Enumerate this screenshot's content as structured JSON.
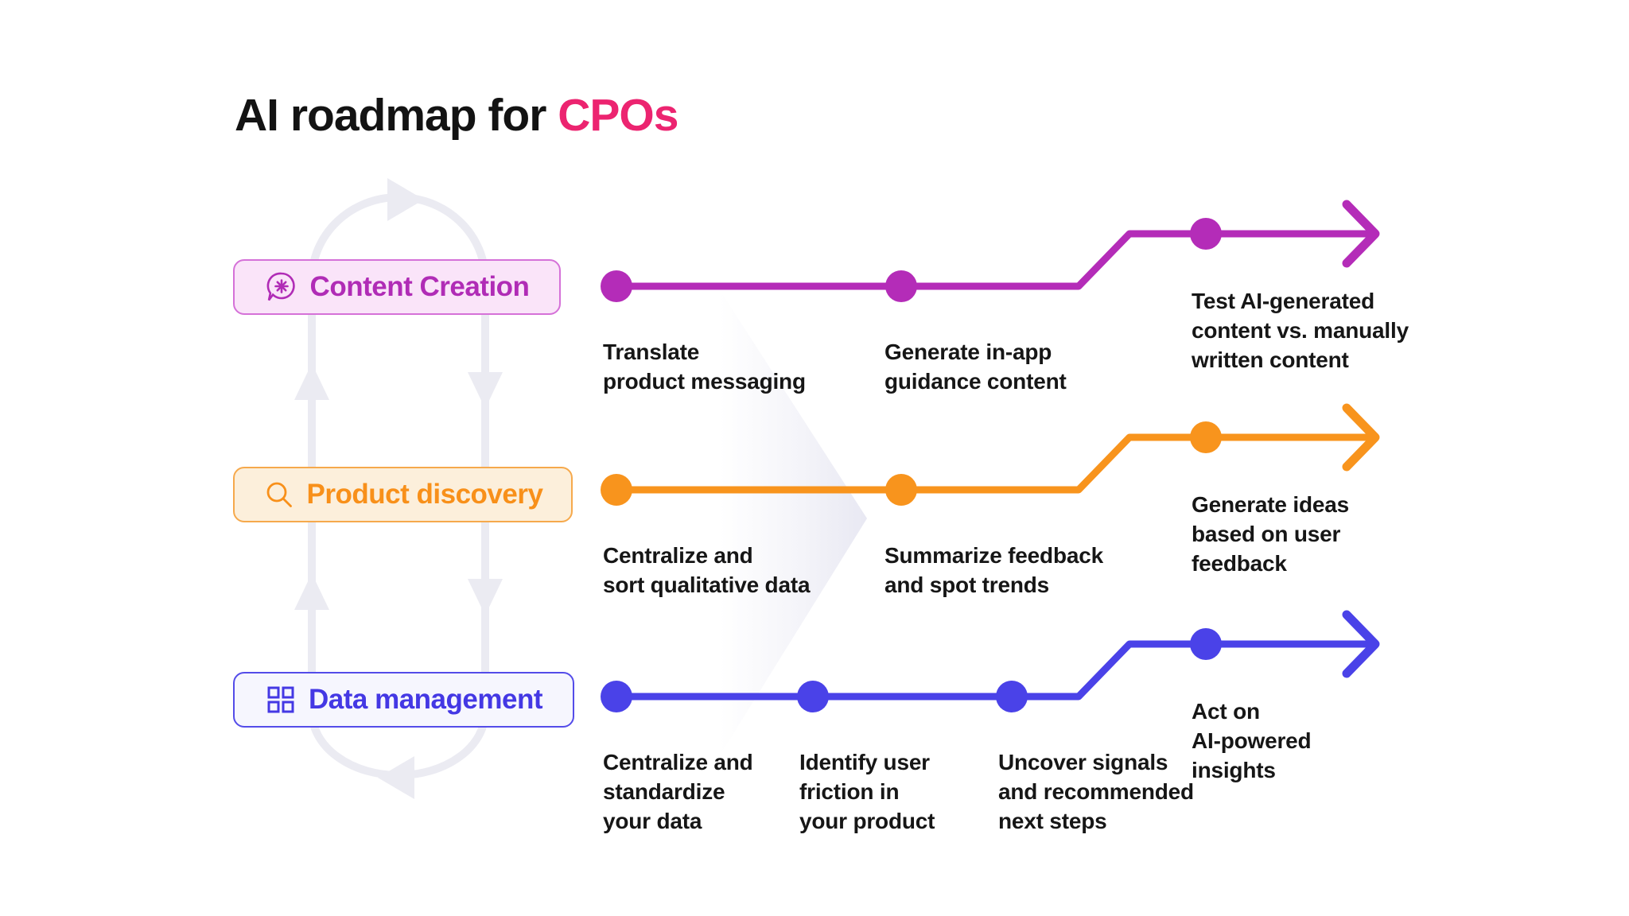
{
  "title": {
    "prefix": "AI roadmap for ",
    "accent": "CPOs"
  },
  "colors": {
    "background": "#FFFFFF",
    "heading": "#131313",
    "body_text": "#161616",
    "title_accent": "#EC2470",
    "loop": "#EBEBF2",
    "watermark": "#E7E7F2",
    "track1_line": "#B42CB8",
    "track1_bg": "#FAE4F9",
    "track1_border": "#D571D8",
    "track1_text": "#B02CB6",
    "track2_line": "#F8941D",
    "track2_bg": "#FCEFDB",
    "track2_border": "#F6A94C",
    "track2_text": "#F8901A",
    "track3_line": "#4A42E8",
    "track3_bg": "#F6F6FE",
    "track3_border": "#544CE9",
    "track3_text": "#4438E4"
  },
  "tracks": [
    {
      "label": "Content Creation",
      "icon": "chat-sparkle-icon",
      "milestones": [
        {
          "text": "Translate\nproduct messaging"
        },
        {
          "text": "Generate in-app\nguidance content"
        },
        {
          "text": "Test AI-generated\ncontent vs. manually\nwritten content"
        }
      ]
    },
    {
      "label": "Product discovery",
      "icon": "magnifier-icon",
      "milestones": [
        {
          "text": "Centralize and\nsort qualitative data"
        },
        {
          "text": "Summarize feedback\nand spot trends"
        },
        {
          "text": "Generate ideas\nbased on user\nfeedback"
        }
      ]
    },
    {
      "label": "Data management",
      "icon": "grid-icon",
      "milestones": [
        {
          "text": "Centralize and\nstandardize\nyour data"
        },
        {
          "text": "Identify user\nfriction in\nyour product"
        },
        {
          "text": "Uncover signals\nand recommended\nnext steps"
        },
        {
          "text": "Act on\nAI-powered\ninsights"
        }
      ]
    }
  ]
}
